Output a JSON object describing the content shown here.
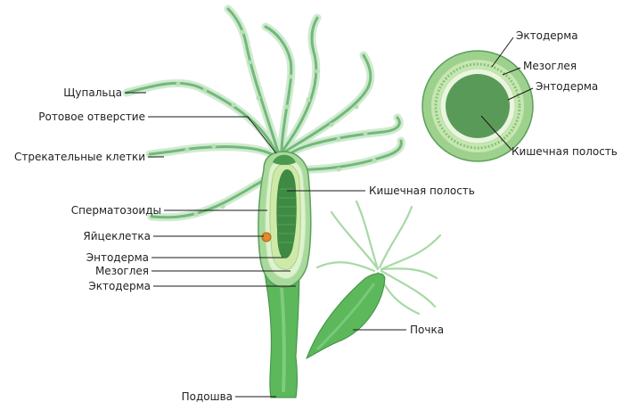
{
  "labels": {
    "tentacles": "Щупальца",
    "mouth": "Ротовое отверстие",
    "stinging_cells": "Стрекательные клетки",
    "sperm": "Сперматозоиды",
    "egg": "Яйцеклетка",
    "endoderm": "Энтодерма",
    "mesoglea": "Мезоглея",
    "ectoderm": "Эктодерма",
    "sole": "Подошва",
    "gut_cavity": "Кишечная полость",
    "bud": "Почка"
  },
  "cross_section": {
    "ectoderm": "Эктодерма",
    "mesoglea": "Мезоглея",
    "endoderm": "Энтодерма",
    "gut_cavity": "Кишечная полость"
  },
  "colors": {
    "body_green": "#5cb85a",
    "dark_green": "#3f8f45",
    "tentacle_green": "#a8d9a6",
    "light_green": "#dff2cf",
    "cavity_green": "#5a9a58",
    "egg_orange": "#e08a2a"
  }
}
